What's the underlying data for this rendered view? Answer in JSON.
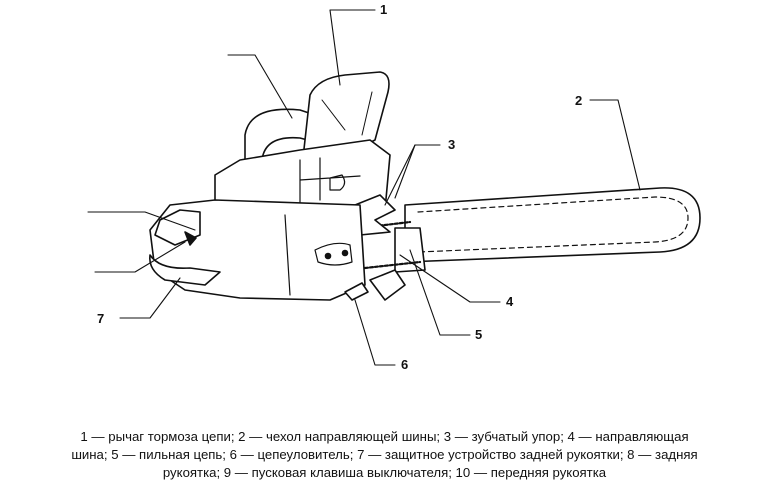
{
  "callouts": {
    "c1": "1",
    "c2": "2",
    "c3": "3",
    "c4": "4",
    "c5": "5",
    "c6": "6",
    "c7": "7"
  },
  "caption": {
    "line1": "1 — рычаг тормоза цепи; 2 — чехол направляющей шины; 3 — зубчатый упор; 4 — направляющая",
    "line2": "шина; 5 — пильная цепь; 6 — цепеуловитель; 7 — защитное устройство задней рукоятки; 8 — задняя",
    "line3": "рукоятка; 9 — пусковая клавиша выключателя; 10 — передняя рукоятка"
  }
}
